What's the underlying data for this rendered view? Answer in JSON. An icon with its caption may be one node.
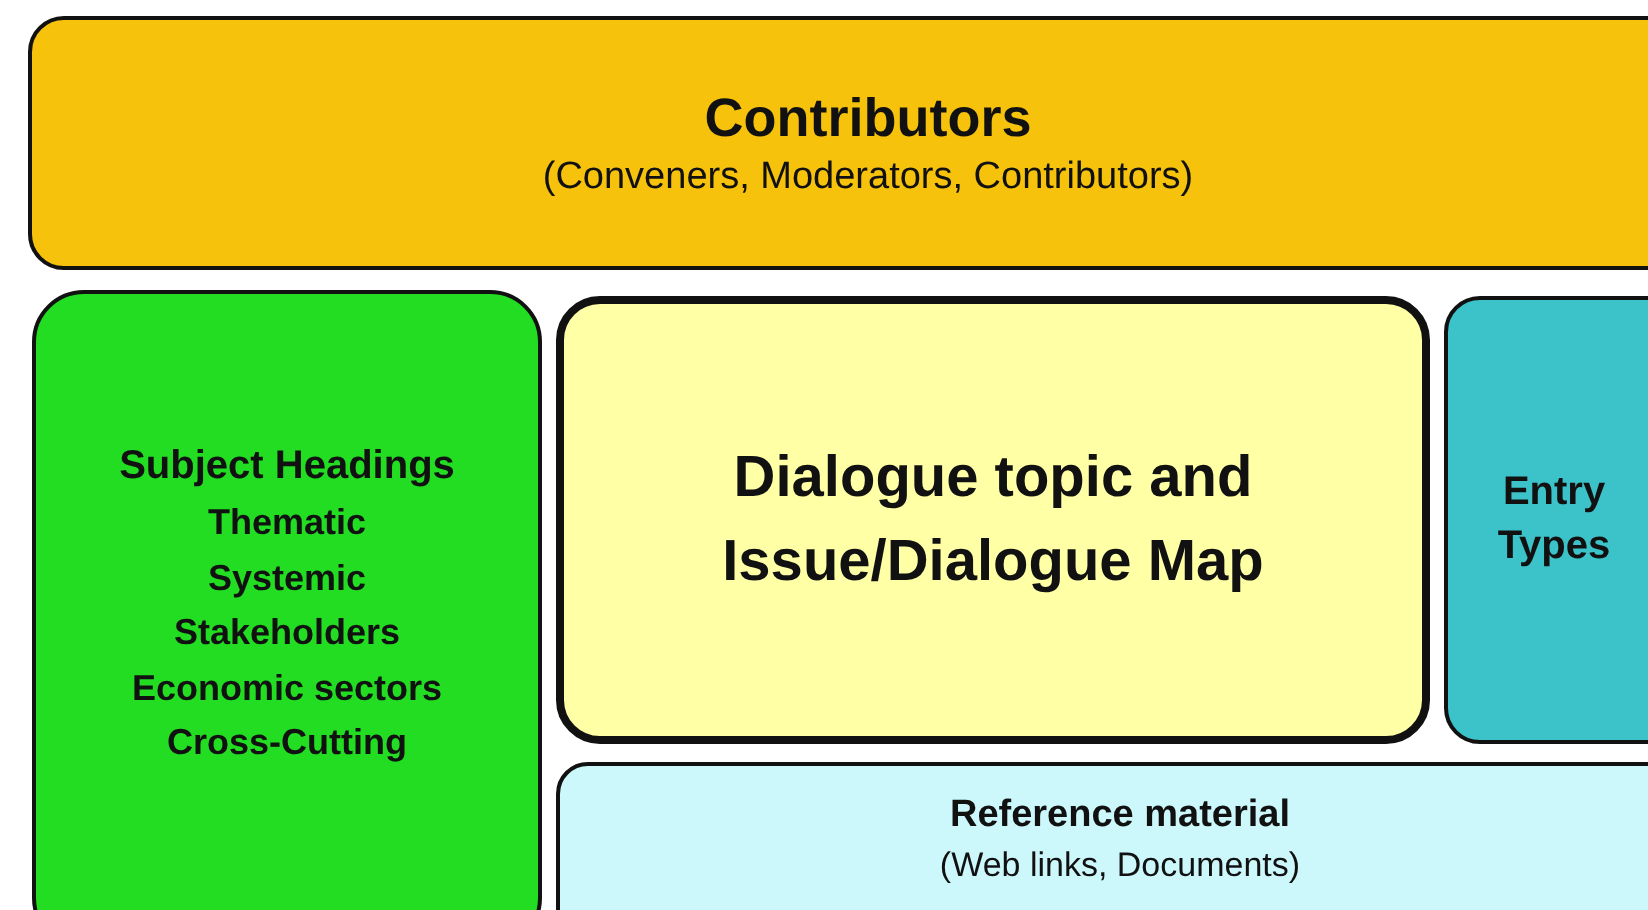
{
  "diagram": {
    "nodes": [
      {
        "text": [
          "Contributors",
          "(Conveners, Moderators, Contributors)"
        ]
      },
      {
        "text": [
          "Subject Headings",
          "Thematic",
          "Systemic",
          "Stakeholders",
          "Economic sectors",
          "Cross-Cutting"
        ]
      },
      {
        "text": [
          "Dialogue topic and Issue/Dialogue Map"
        ]
      },
      {
        "text": [
          "Entry Types"
        ]
      },
      {
        "text": [
          "Reference material",
          "(Web links, Documents)"
        ]
      }
    ]
  }
}
